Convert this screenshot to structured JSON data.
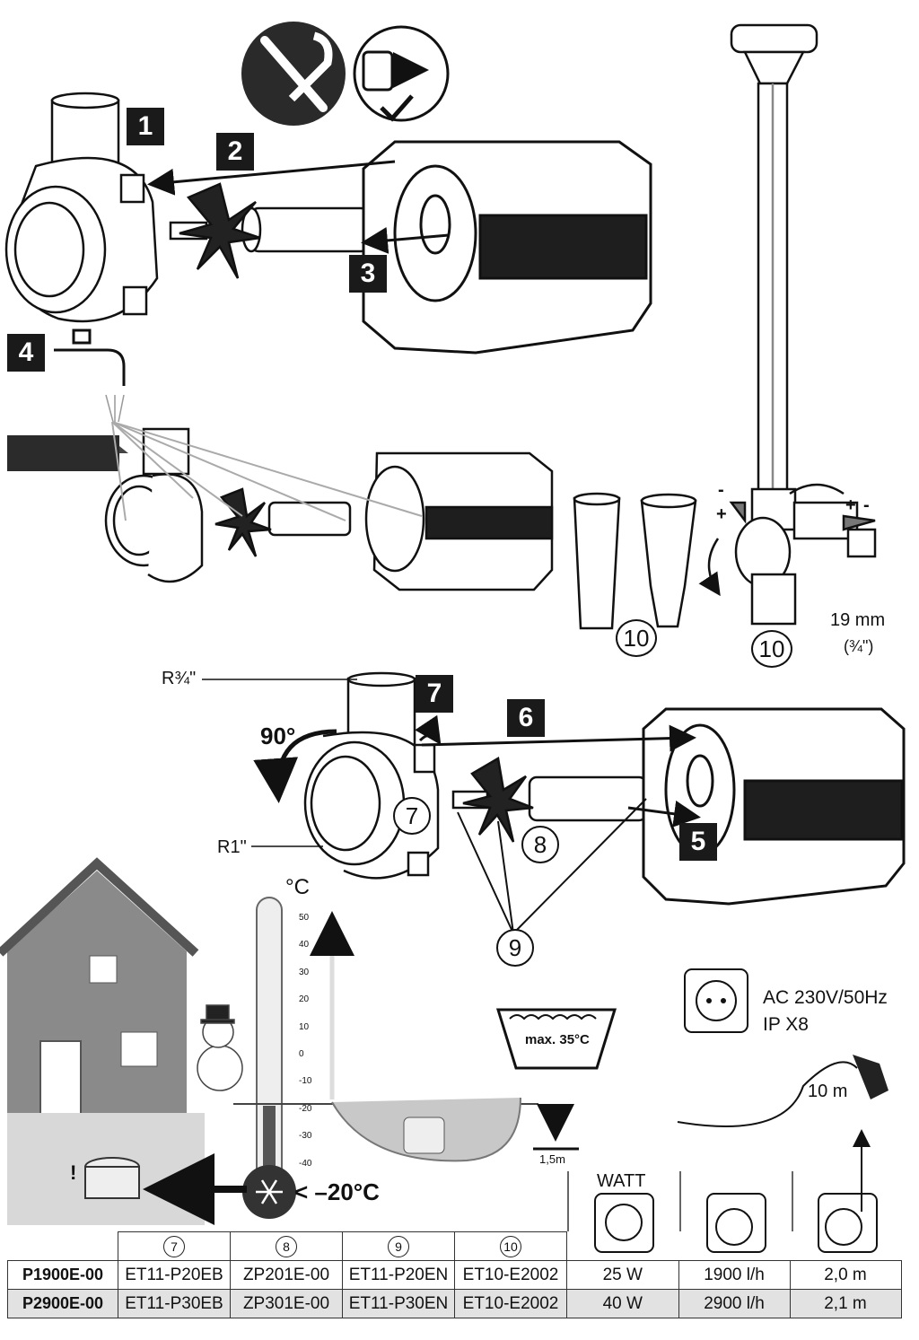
{
  "steps": {
    "s1": "1",
    "s2": "2",
    "s3": "3",
    "s4": "4",
    "s5": "5",
    "s6": "6",
    "s7": "7"
  },
  "callouts": {
    "c7": "7",
    "c8": "8",
    "c9": "9",
    "c10a": "10",
    "c10b": "10"
  },
  "labels": {
    "pipe_thread_top": "R¾\"",
    "pipe_thread_bottom": "R1\"",
    "rotation": "90°",
    "hose_size": "19 mm",
    "hose_size_inch": "(¾\")",
    "flow_minus_left": "-",
    "flow_plus_left": "+",
    "flow_plus_right": "+",
    "flow_minus_right": "-",
    "thermo_unit": "°C",
    "frost_temp": "< –20°C",
    "max_temp": "max. 35°C",
    "depth": "1,5m",
    "power_supply": "AC 230V/50Hz",
    "ip_rating": "IP X8",
    "cable_length": "10 m",
    "watt_header": "WATT",
    "warning_mark": "!"
  },
  "thermometer_ticks": [
    "50",
    "40",
    "30",
    "20",
    "10",
    "0",
    "-10",
    "-20",
    "-30",
    "-40"
  ],
  "table": {
    "header": [
      "7",
      "8",
      "9",
      "10"
    ],
    "rows": [
      {
        "model": "P1900E-00",
        "p7": "ET11-P20EB",
        "p8": "ZP201E-00",
        "p9": "ET11-P20EN",
        "p10": "ET10-E2002",
        "watt": "25 W",
        "flow": "1900 l/h",
        "head": "2,0 m"
      },
      {
        "model": "P2900E-00",
        "p7": "ET11-P30EB",
        "p8": "ZP301E-00",
        "p9": "ET11-P30EN",
        "p10": "ET10-E2002",
        "watt": "40 W",
        "flow": "2900 l/h",
        "head": "2,1 m"
      }
    ]
  },
  "icons": [
    "wrench-screwdriver-icon",
    "unplug-icon",
    "faucet-icon",
    "socket-icon",
    "pump-flow-icon",
    "pump-head-icon",
    "plug-icon",
    "snowflake-icon",
    "snowman-icon",
    "house-icon"
  ]
}
